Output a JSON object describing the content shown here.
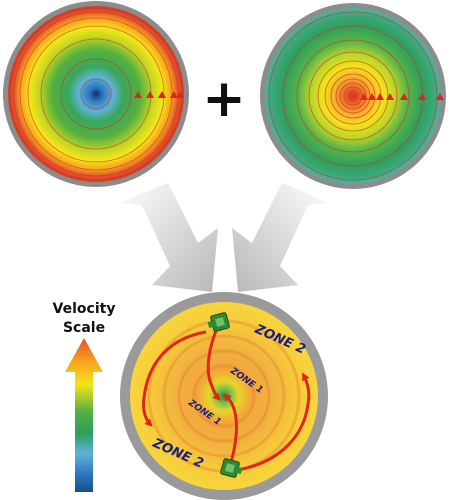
{
  "operator": "+",
  "velocity_scale": {
    "line1": "Velocity",
    "line2": "Scale"
  },
  "zones": {
    "outer_top": "ZONE 2",
    "outer_bottom": "ZONE 2",
    "inner_top": "ZONE 1",
    "inner_bottom": "ZONE 1"
  },
  "colors": {
    "ring": "#8c8c8c",
    "zone_text": "#1b1f7a",
    "arrow_red": "#e0251b",
    "tool_green": "#2f8a2f",
    "scale_top": "#e5502c",
    "scale_bottom": "#14508a"
  },
  "icons": [
    "plus-icon",
    "merge-arrow-left-icon",
    "merge-arrow-right-icon",
    "rotation-arrow-icon",
    "tool-holder-icon"
  ]
}
